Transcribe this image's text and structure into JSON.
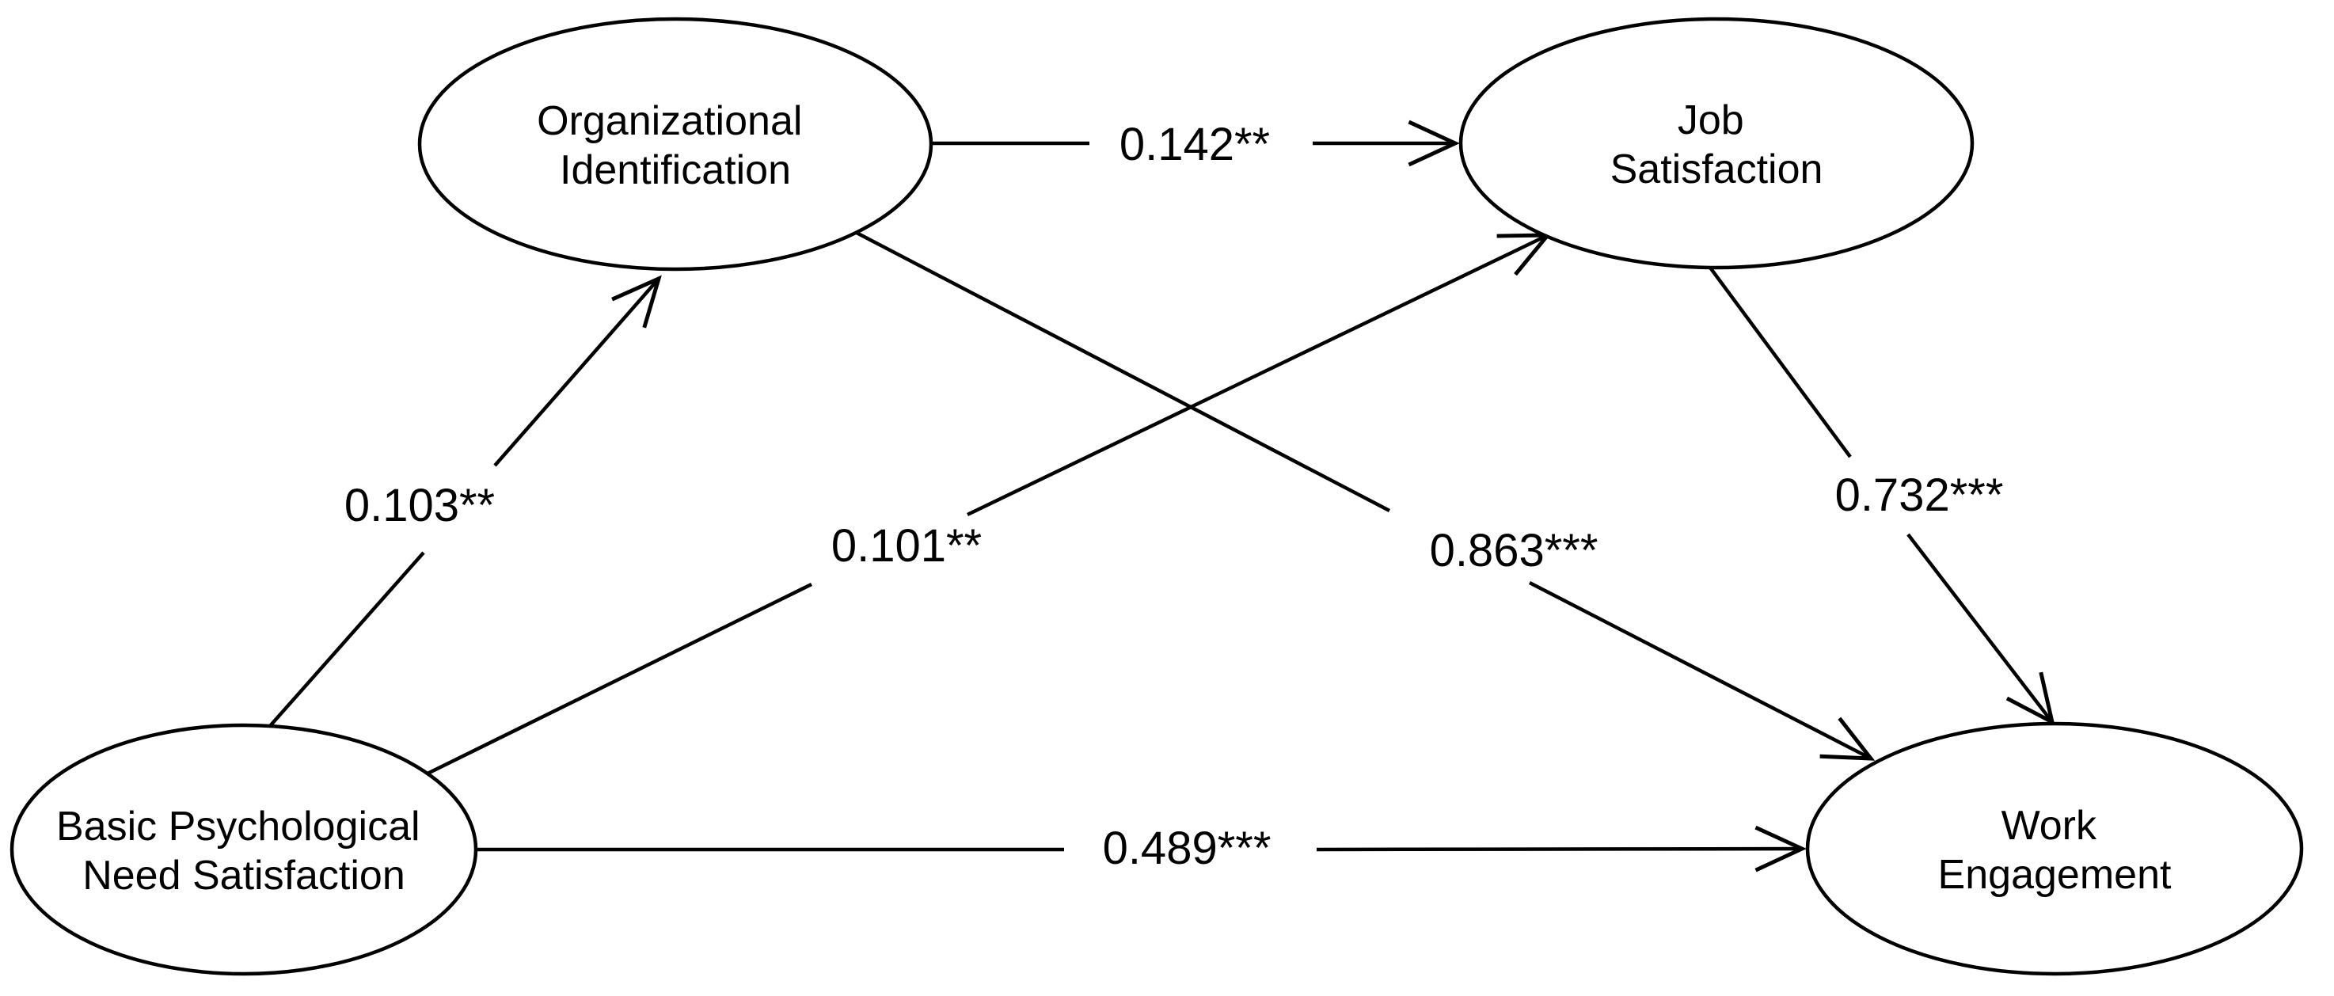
{
  "diagram": {
    "type": "sem-path-model",
    "background_color": "#ffffff",
    "line_color": "#000000",
    "text_color": "#000000",
    "nodes": [
      {
        "id": "organizational-identification",
        "shape": "ellipse",
        "line1": "Organizational",
        "line2": "Identification"
      },
      {
        "id": "job-satisfaction",
        "shape": "ellipse",
        "line1": "Job",
        "line2": "Satisfaction"
      },
      {
        "id": "basic-psychological-need-satisfaction",
        "shape": "ellipse",
        "line1": "Basic Psychological",
        "line2": "Need Satisfaction"
      },
      {
        "id": "work-engagement",
        "shape": "ellipse",
        "line1": "Work",
        "line2": "Engagement"
      }
    ],
    "edges": [
      {
        "from": "basic-psychological-need-satisfaction",
        "to": "organizational-identification",
        "coefficient": "0.103**"
      },
      {
        "from": "organizational-identification",
        "to": "job-satisfaction",
        "coefficient": "0.142**"
      },
      {
        "from": "basic-psychological-need-satisfaction",
        "to": "job-satisfaction",
        "coefficient": "0.101**"
      },
      {
        "from": "organizational-identification",
        "to": "work-engagement",
        "coefficient": "0.863***"
      },
      {
        "from": "job-satisfaction",
        "to": "work-engagement",
        "coefficient": "0.732***"
      },
      {
        "from": "basic-psychological-need-satisfaction",
        "to": "work-engagement",
        "coefficient": "0.489***"
      }
    ]
  }
}
